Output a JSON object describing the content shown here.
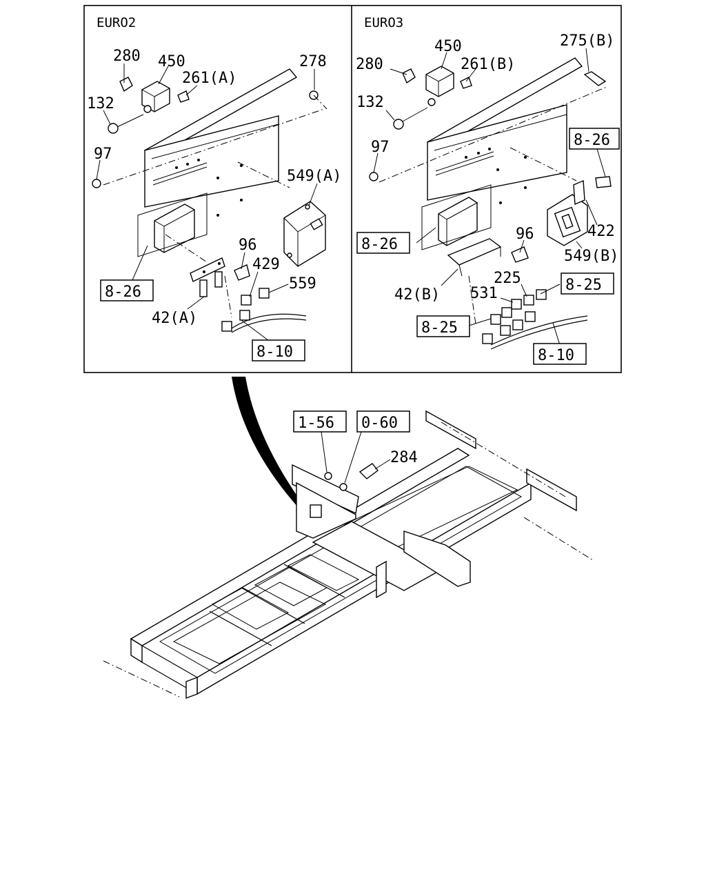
{
  "panels": {
    "left_title": "EURO2",
    "right_title": "EURO3"
  },
  "left_labels": {
    "p280": "280",
    "p450": "450",
    "p261a": "261(A)",
    "p278": "278",
    "p132": "132",
    "p97": "97",
    "p549a": "549(A)",
    "p96": "96",
    "p429": "429",
    "p559": "559",
    "p42a": "42(A)"
  },
  "left_refs": {
    "r826": "8-26",
    "r810": "8-10"
  },
  "right_labels": {
    "p450": "450",
    "p275b": "275(B)",
    "p280": "280",
    "p261b": "261(B)",
    "p132": "132",
    "p97": "97",
    "p422": "422",
    "p549b": "549(B)",
    "p96": "96",
    "p225": "225",
    "p42b": "42(B)",
    "p531": "531"
  },
  "right_refs": {
    "r826a": "8-26",
    "r826b": "8-26",
    "r825a": "8-25",
    "r825b": "8-25",
    "r810": "8-10"
  },
  "bottom": {
    "ref156": "1-56",
    "ref060": "0-60",
    "p284": "284"
  }
}
